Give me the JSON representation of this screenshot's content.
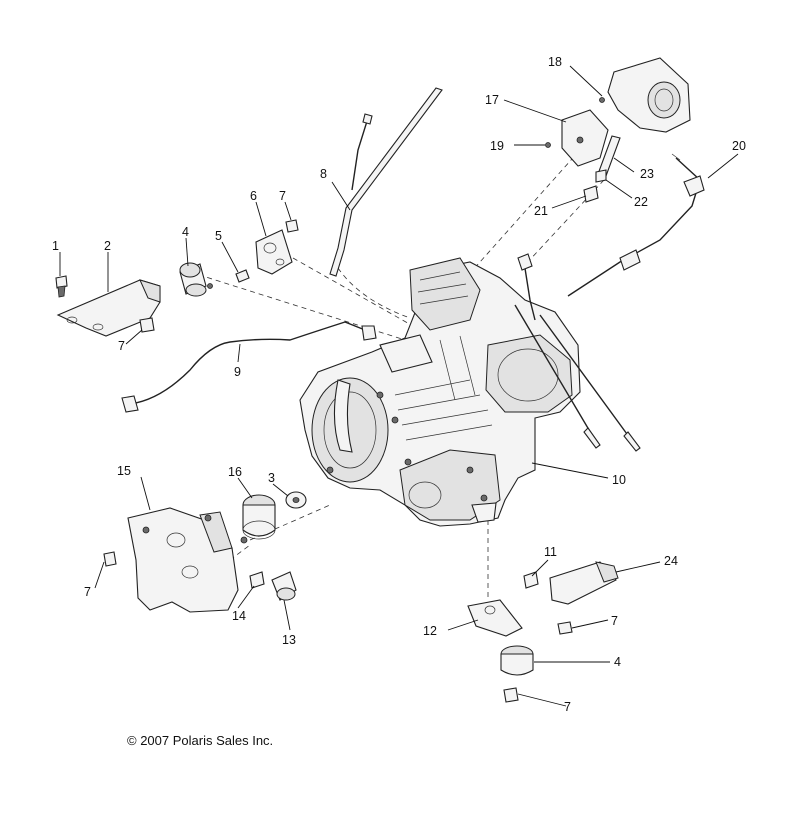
{
  "callouts": [
    "1",
    "2",
    "3",
    "4",
    "5",
    "6",
    "7",
    "8",
    "9",
    "10",
    "11",
    "12",
    "13",
    "14",
    "15",
    "16",
    "17",
    "18",
    "19",
    "20",
    "21",
    "22",
    "23",
    "24"
  ],
  "callout_extra": {
    "seven": "7",
    "four": "4"
  },
  "copyright": "© 2007 Polaris Sales Inc."
}
